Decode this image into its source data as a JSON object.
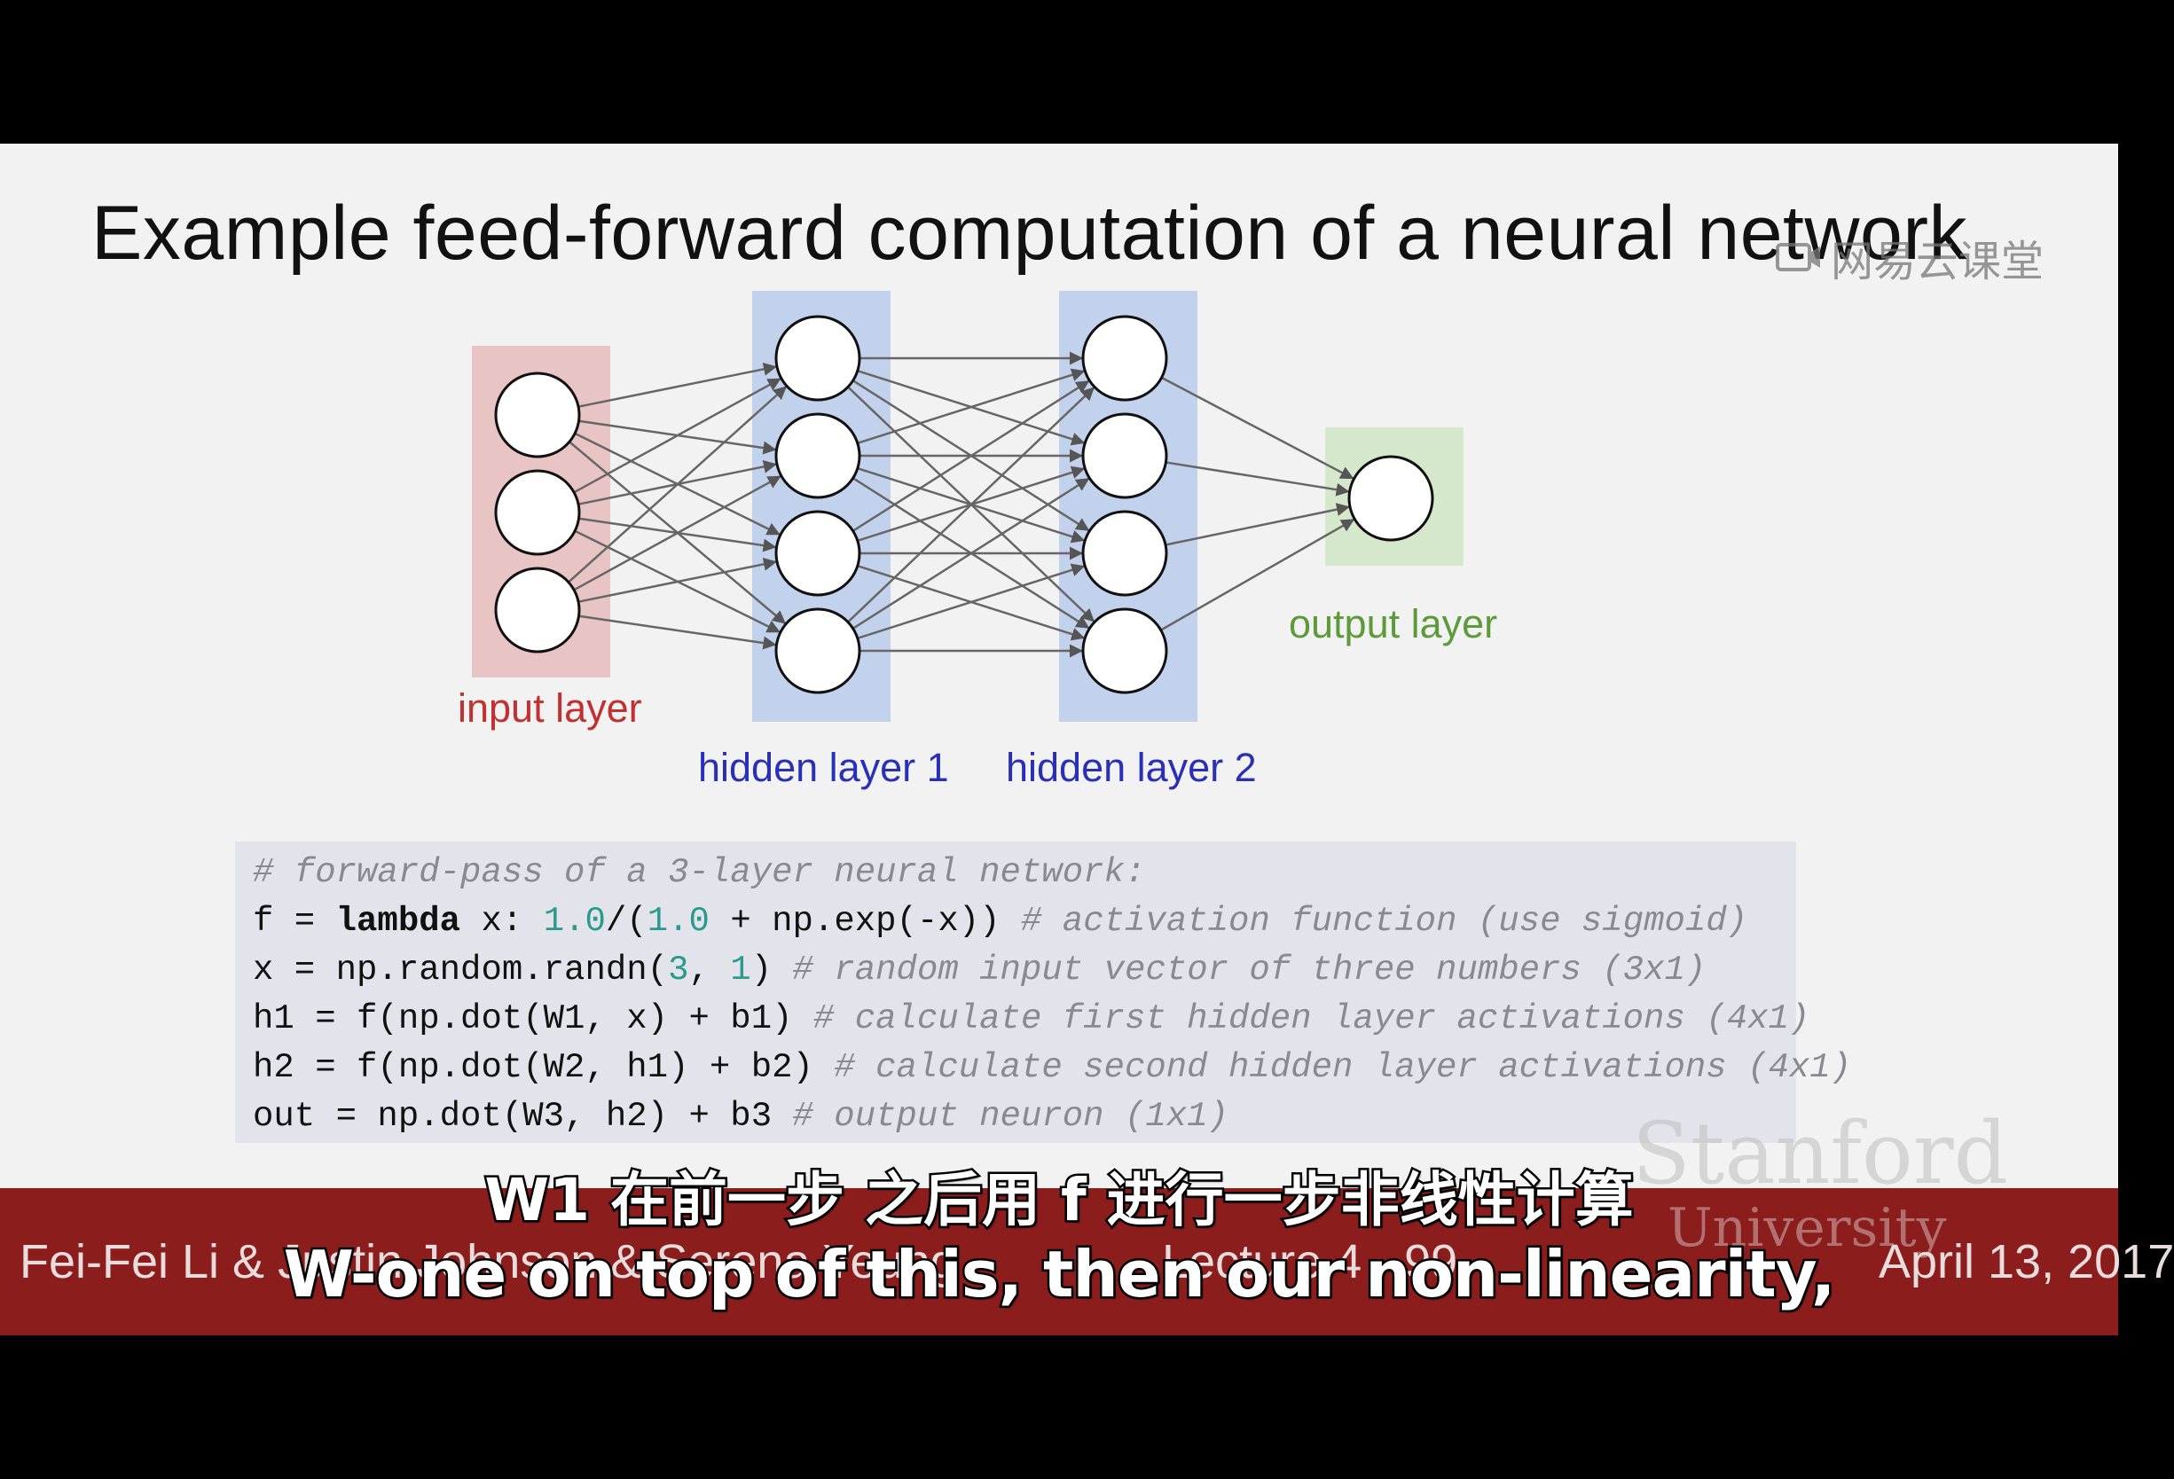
{
  "slide": {
    "title": "Example feed-forward computation of a neural network",
    "watermark": "网易云课堂"
  },
  "network": {
    "layers": [
      {
        "name": "input",
        "label": "input layer",
        "neurons": 3,
        "label_color": "#c0312f",
        "box_color": "#e9c4c4"
      },
      {
        "name": "hidden1",
        "label": "hidden layer 1",
        "neurons": 4,
        "label_color": "#2a2fb8",
        "box_color": "#c3d2ec"
      },
      {
        "name": "hidden2",
        "label": "hidden layer 2",
        "neurons": 4,
        "label_color": "#2a2fb8",
        "box_color": "#c3d2ec"
      },
      {
        "name": "output",
        "label": "output layer",
        "neurons": 1,
        "label_color": "#5c9a3a",
        "box_color": "#d6e8cc"
      }
    ]
  },
  "code": {
    "lines": [
      [
        {
          "t": "# forward-pass of a 3-layer neural network:",
          "c": "comment"
        }
      ],
      [
        {
          "t": "f = ",
          "c": ""
        },
        {
          "t": "lambda",
          "c": "kw"
        },
        {
          "t": " x: ",
          "c": ""
        },
        {
          "t": "1.0",
          "c": "num"
        },
        {
          "t": "/(",
          "c": ""
        },
        {
          "t": "1.0",
          "c": "num"
        },
        {
          "t": " + np.exp(-x)) ",
          "c": ""
        },
        {
          "t": "# activation function (use sigmoid)",
          "c": "comment"
        }
      ],
      [
        {
          "t": "x = np.random.randn(",
          "c": ""
        },
        {
          "t": "3",
          "c": "num"
        },
        {
          "t": ", ",
          "c": ""
        },
        {
          "t": "1",
          "c": "num"
        },
        {
          "t": ") ",
          "c": ""
        },
        {
          "t": "# random input vector of three numbers (3x1)",
          "c": "comment"
        }
      ],
      [
        {
          "t": "h1 = f(np.dot(W1, x) + b1) ",
          "c": ""
        },
        {
          "t": "# calculate first hidden layer activations (4x1)",
          "c": "comment"
        }
      ],
      [
        {
          "t": "h2 = f(np.dot(W2, h1) + b2) ",
          "c": ""
        },
        {
          "t": "# calculate second hidden layer activations (4x1)",
          "c": "comment"
        }
      ],
      [
        {
          "t": "out = np.dot(W3, h2) + b3 ",
          "c": ""
        },
        {
          "t": "# output neuron (1x1)",
          "c": "comment"
        }
      ]
    ]
  },
  "footer": {
    "author": "Fei-Fei Li & Justin Johnson & Serena Yeung",
    "lecture": "Lecture 4 - 99",
    "date": "April 13, 2017",
    "stanford": "Stanford",
    "university": "University",
    "bg_color": "#8c1d1d"
  },
  "subtitles": {
    "chinese": "W1 在前一步  之后用 f 进行一步非线性计算",
    "english": "W-one on top of this, then our non-linearity,"
  }
}
